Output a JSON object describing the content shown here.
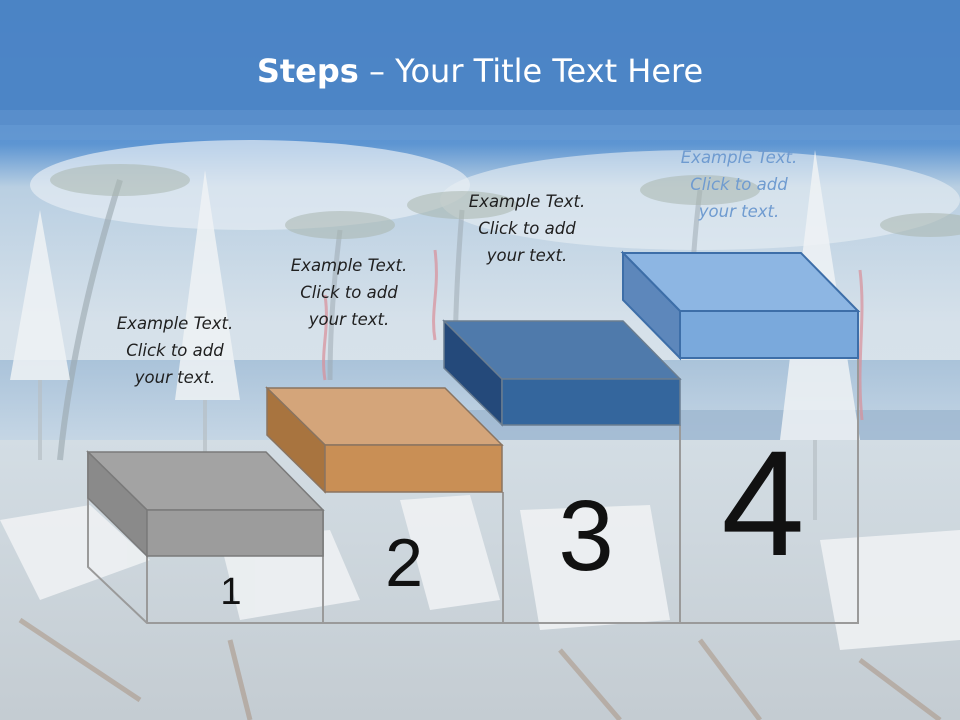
{
  "slide": {
    "title_bold": "Steps",
    "title_rest": " – Your Title Text Here"
  },
  "steps": [
    {
      "number": "1",
      "caption_lines": [
        "Example Text.",
        "Click  to add",
        "your text."
      ],
      "top_color": "#a3a3a3",
      "side_color": "#8a8a8a",
      "front_color": "#9c9c9c"
    },
    {
      "number": "2",
      "caption_lines": [
        "Example Text.",
        "Click  to add",
        "your text."
      ],
      "top_color": "#d4a57a",
      "side_color": "#a8743f",
      "front_color": "#c98f55"
    },
    {
      "number": "3",
      "caption_lines": [
        "Example Text.",
        "Click  to add",
        "your text."
      ],
      "top_color": "#4f7aab",
      "side_color": "#24497a",
      "front_color": "#34669d"
    },
    {
      "number": "4",
      "caption_lines": [
        "Example Text.",
        "Click  to add",
        "your text."
      ],
      "top_color": "#8db6e3",
      "side_color": "#5d87bb",
      "front_color": "#7aa9dc"
    }
  ]
}
